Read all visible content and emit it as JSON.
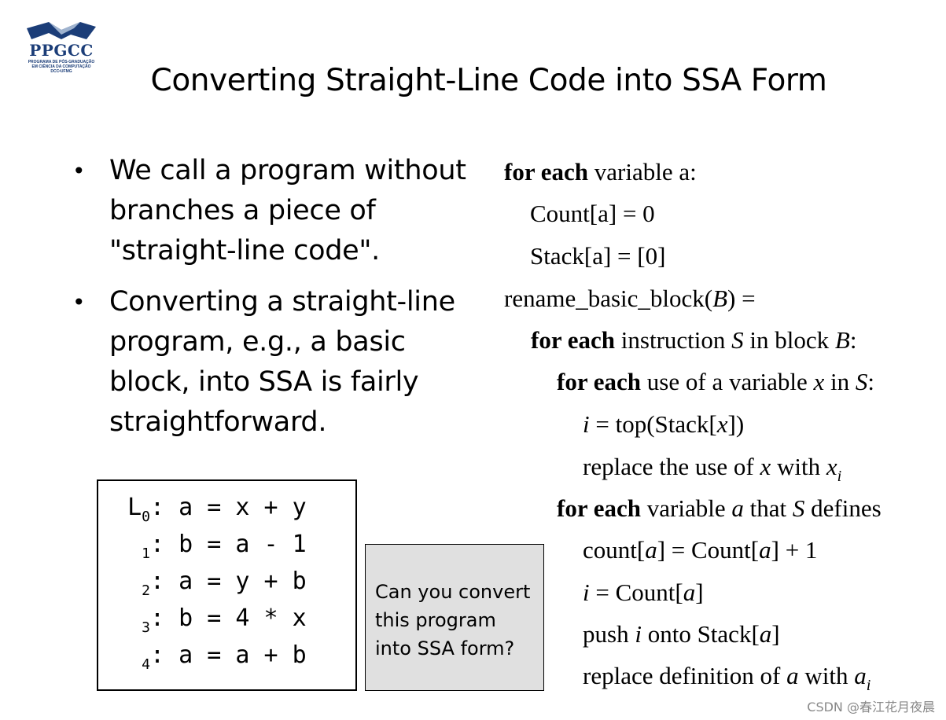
{
  "logo": {
    "text": "PPGCC",
    "sub1": "PROGRAMA DE PÓS-GRADUAÇÃO",
    "sub2": "EM CIÊNCIA DA COMPUTAÇÃO",
    "sub3": "DCC•UFMG"
  },
  "title": "Converting Straight-Line Code into SSA Form",
  "bullets": [
    {
      "lines": [
        "We call a program without",
        "branches a piece of",
        "\"straight-line code\"."
      ]
    },
    {
      "lines": [
        "Converting a straight-line",
        "program, e.g., a basic",
        "block, into SSA is fairly",
        "straightforward."
      ]
    }
  ],
  "code": [
    {
      "label": "L",
      "sub": "0",
      "stmt": ": a = x + y"
    },
    {
      "label": "",
      "sub": "1",
      "stmt": ": b = a - 1"
    },
    {
      "label": "",
      "sub": "2",
      "stmt": ": a = y + b"
    },
    {
      "label": "",
      "sub": "3",
      "stmt": ": b = 4 * x"
    },
    {
      "label": "",
      "sub": "4",
      "stmt": ": a = a + b"
    }
  ],
  "question": [
    "Can you convert",
    "this program",
    "into SSA form?"
  ],
  "algorithm": {
    "l1": {
      "kw": "for each",
      "rest": " variable a:"
    },
    "l2": "Count[a] = 0",
    "l3": "Stack[a] = [0]",
    "l4a": "rename_basic_block(",
    "l4b": "B",
    "l4c": ") =",
    "l5": {
      "kw": "for each",
      "a": " instruction ",
      "s": "S",
      "b": " in block ",
      "B": "B",
      "c": ":"
    },
    "l6": {
      "kw": "for each",
      "a": " use of a variable ",
      "x": "x",
      "b": " in ",
      "s": "S",
      "c": ":"
    },
    "l7": {
      "i": "i",
      "a": " = top(Stack[",
      "x": "x",
      "b": "])"
    },
    "l8": {
      "a": "replace the use of ",
      "x": "x",
      "b": " with ",
      "x2": "x",
      "sub": "i"
    },
    "l9": {
      "kw": "for each",
      "a": " variable ",
      "v": "a",
      "b": " that ",
      "s": "S",
      "c": " defines"
    },
    "l10": {
      "a": "count[",
      "v": "a",
      "b": "] = Count[",
      "v2": "a",
      "c": "] + 1"
    },
    "l11": {
      "i": "i",
      "a": " = Count[",
      "v": "a",
      "b": "]"
    },
    "l12": {
      "a": "push ",
      "i": "i",
      "b": " onto Stack[",
      "v": "a",
      "c": "]"
    },
    "l13": {
      "a": "replace definition of ",
      "v": "a",
      "b": " with ",
      "v2": "a",
      "sub": "i"
    }
  },
  "watermark": "CSDN @春江花月夜晨"
}
